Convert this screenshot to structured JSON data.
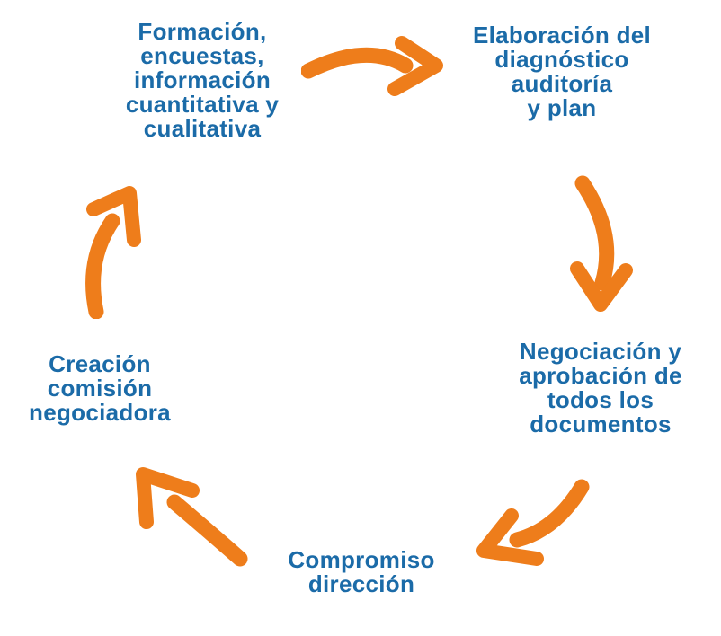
{
  "diagram": {
    "type": "cycle",
    "steps": [
      {
        "label": "Formación,\nencuestas,\ninformación\ncuantitativa y\ncualitativa"
      },
      {
        "label": "Elaboración del\ndiagnóstico\nauditoría\ny plan"
      },
      {
        "label": "Negociación y\naprobación de\ntodos los\ndocumentos"
      },
      {
        "label": "Compromiso\ndirección"
      },
      {
        "label": "Creación\ncomisión\nnegociadora"
      }
    ],
    "arrows": [
      {
        "name": "curved-arrow-right-icon",
        "from_step": 1,
        "to_step": 2
      },
      {
        "name": "curved-arrow-down-icon",
        "from_step": 2,
        "to_step": 3
      },
      {
        "name": "curved-arrow-down-left-icon",
        "from_step": 3,
        "to_step": 4
      },
      {
        "name": "curved-arrow-up-left-icon",
        "from_step": 4,
        "to_step": 5
      },
      {
        "name": "curved-arrow-up-icon",
        "from_step": 5,
        "to_step": 1
      }
    ]
  },
  "colors": {
    "step_text": "#1b6ba8",
    "arrow": "#ee7d1b",
    "background": "#ffffff"
  }
}
